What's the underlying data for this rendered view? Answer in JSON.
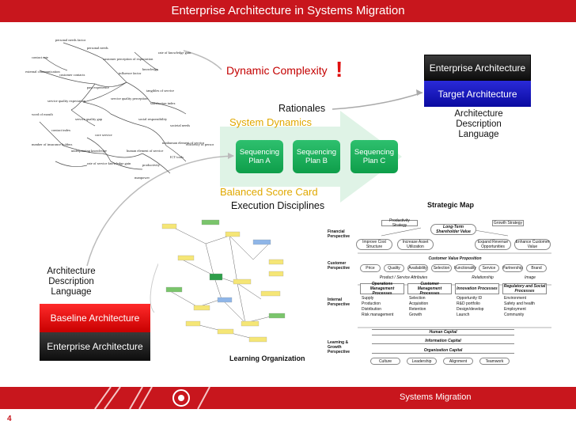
{
  "header": {
    "title": "Enterprise Architecture in Systems Migration"
  },
  "top_right": {
    "enterprise_architecture": "Enterprise Architecture",
    "target_architecture": "Target Architecture",
    "adl_lines": [
      "Architecture",
      "Description",
      "Language"
    ]
  },
  "bottom_left": {
    "adl_lines": [
      "Architecture",
      "Description",
      "Language"
    ],
    "baseline_architecture": "Baseline Architecture",
    "enterprise_architecture": "Enterprise Architecture"
  },
  "center": {
    "dynamic_complexity": "Dynamic Complexity",
    "exclamation": "!",
    "rationales": "Rationales",
    "system_dynamics": "System Dynamics",
    "balanced_score_card": "Balanced Score Card",
    "execution_disciplines": "Execution Disciplines",
    "sequencing": [
      {
        "line1": "Sequencing",
        "line2": "Plan A"
      },
      {
        "line1": "Sequencing",
        "line2": "Plan B"
      },
      {
        "line1": "Sequencing",
        "line2": "Plan C"
      }
    ]
  },
  "system_dynamics_diagram": {
    "nodes": [
      "personal needs factor",
      "personal needs",
      "rate of knowledge gain",
      "contact rate",
      "customer perception of expectation",
      "external communication",
      "customer contacts",
      "knowledge",
      "influence factor",
      "past experience",
      "tangibles of service",
      "service quality expectation",
      "satisfaction index",
      "service quality perception",
      "word of mouth",
      "service quality gap",
      "social responsibility",
      "societal needs",
      "contact index",
      "core service",
      "number of insurance holders",
      "underpinning knowledge",
      "human element of service",
      "efficiency of personnel",
      "ICT tools",
      "rate of service knowledge gain",
      "productivity",
      "manpower",
      "nonhuman element of service"
    ]
  },
  "learning_organization": {
    "label": "Learning Organization"
  },
  "strategic_map": {
    "title": "Strategic Map",
    "perspectives": [
      "Financial Perspective",
      "Customer Perspective",
      "Internal Perspective",
      "Learning & Growth Perspective"
    ],
    "financial": {
      "productivity_strategy": "Productivity Strategy",
      "growth_strategy": "Growth Strategy",
      "long_term": "Long-Term Shareholder Value",
      "improve_cost": "Improve Cost Structure",
      "increase_asset": "Increase Asset Utilization",
      "expand_revenue": "Expand Revenue Opportunities",
      "enhance_customer": "Enhance Customer Value"
    },
    "customer": {
      "title": "Customer Value Proposition",
      "items": [
        "Price",
        "Quality",
        "Availability",
        "Selection",
        "Functionality",
        "Service",
        "Partnership",
        "Brand"
      ],
      "sub": [
        "Product / Service Attributes",
        "Relationship",
        "Image"
      ]
    },
    "internal": [
      {
        "title": "Operations Management Processes",
        "items": [
          "Supply",
          "Production",
          "Distribution",
          "Risk management"
        ]
      },
      {
        "title": "Customer Management Processes",
        "items": [
          "Selection",
          "Acquisition",
          "Retention",
          "Growth"
        ]
      },
      {
        "title": "Innovation Processes",
        "items": [
          "Opportunity ID",
          "R&D portfolio",
          "Design/develop",
          "Launch"
        ]
      },
      {
        "title": "Regulatory and Social Processes",
        "items": [
          "Environment",
          "Safety and health",
          "Employment",
          "Community"
        ]
      }
    ],
    "learning": {
      "human": "Human Capital",
      "information": "Information Capital",
      "organization": "Organization Capital",
      "items": [
        "Culture",
        "Leadership",
        "Alignment",
        "Teamwork"
      ]
    }
  },
  "footer": {
    "label": "Systems Migration",
    "page_number": "4"
  },
  "colors": {
    "brand_red": "#c8161d",
    "target_blue": "#1414c0",
    "sequencing_green": "#18a85a",
    "accent_yellow": "#e0a800"
  }
}
